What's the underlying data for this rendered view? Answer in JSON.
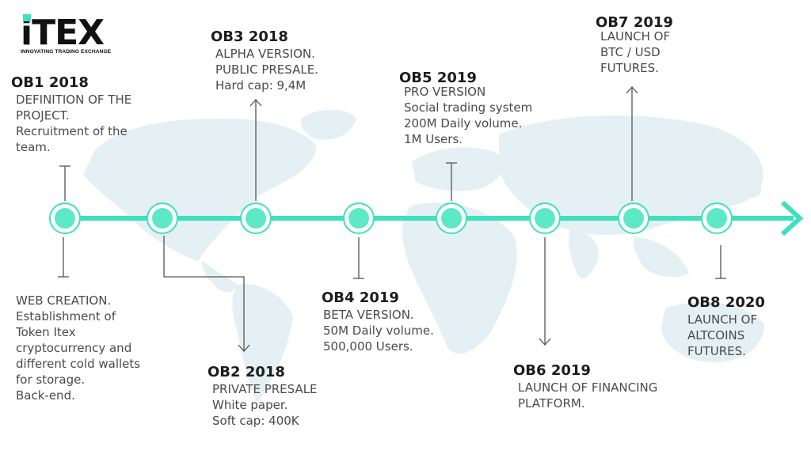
{
  "logo": {
    "wordmark": "iTEX",
    "tagline": "INNOVATING TRADING EXCHANGE"
  },
  "colors": {
    "accent": "#3fe0bd",
    "node_fill": "#5de8c8",
    "map": "#e4f0f4",
    "text": "#4a4a4a",
    "title": "#1c1c1c",
    "connector": "#555555"
  },
  "milestones": [
    {
      "id": "ob1",
      "title": "OB1 2018",
      "lines": [
        "DEFINITION OF THE",
        "PROJECT.",
        "Recruitment of the",
        "team."
      ]
    },
    {
      "id": "ob3",
      "title": "OB3 2018",
      "lines": [
        "ALPHA VERSION.",
        "PUBLIC PRESALE.",
        "Hard cap: 9,4M"
      ]
    },
    {
      "id": "ob5",
      "title": "OB5 2019",
      "lines": [
        "PRO VERSION",
        "Social trading system",
        "200M Daily volume.",
        "1M Users."
      ]
    },
    {
      "id": "ob7",
      "title": "OB7 2019",
      "lines": [
        "LAUNCH OF",
        "BTC / USD",
        "FUTURES."
      ]
    },
    {
      "id": "ob2",
      "title": "OB2 2018",
      "lines": [
        "PRIVATE PRESALE",
        "White paper.",
        "Soft cap: 400K"
      ]
    },
    {
      "id": "ob4",
      "title": "OB4 2019",
      "lines": [
        "BETA VERSION.",
        "50M Daily volume.",
        "500,000 Users."
      ]
    },
    {
      "id": "ob6",
      "title": "OB6 2019",
      "lines": [
        "LAUNCH OF FINANCING",
        "PLATFORM."
      ]
    },
    {
      "id": "ob8",
      "title": "OB8 2020",
      "lines": [
        "LAUNCH OF",
        "ALTCOINS",
        "FUTURES."
      ]
    }
  ],
  "web_creation": {
    "lines": [
      "WEB CREATION.",
      "Establishment of",
      "Token Itex",
      "cryptocurrency and",
      "different cold wallets",
      "for storage.",
      "Back-end."
    ]
  }
}
